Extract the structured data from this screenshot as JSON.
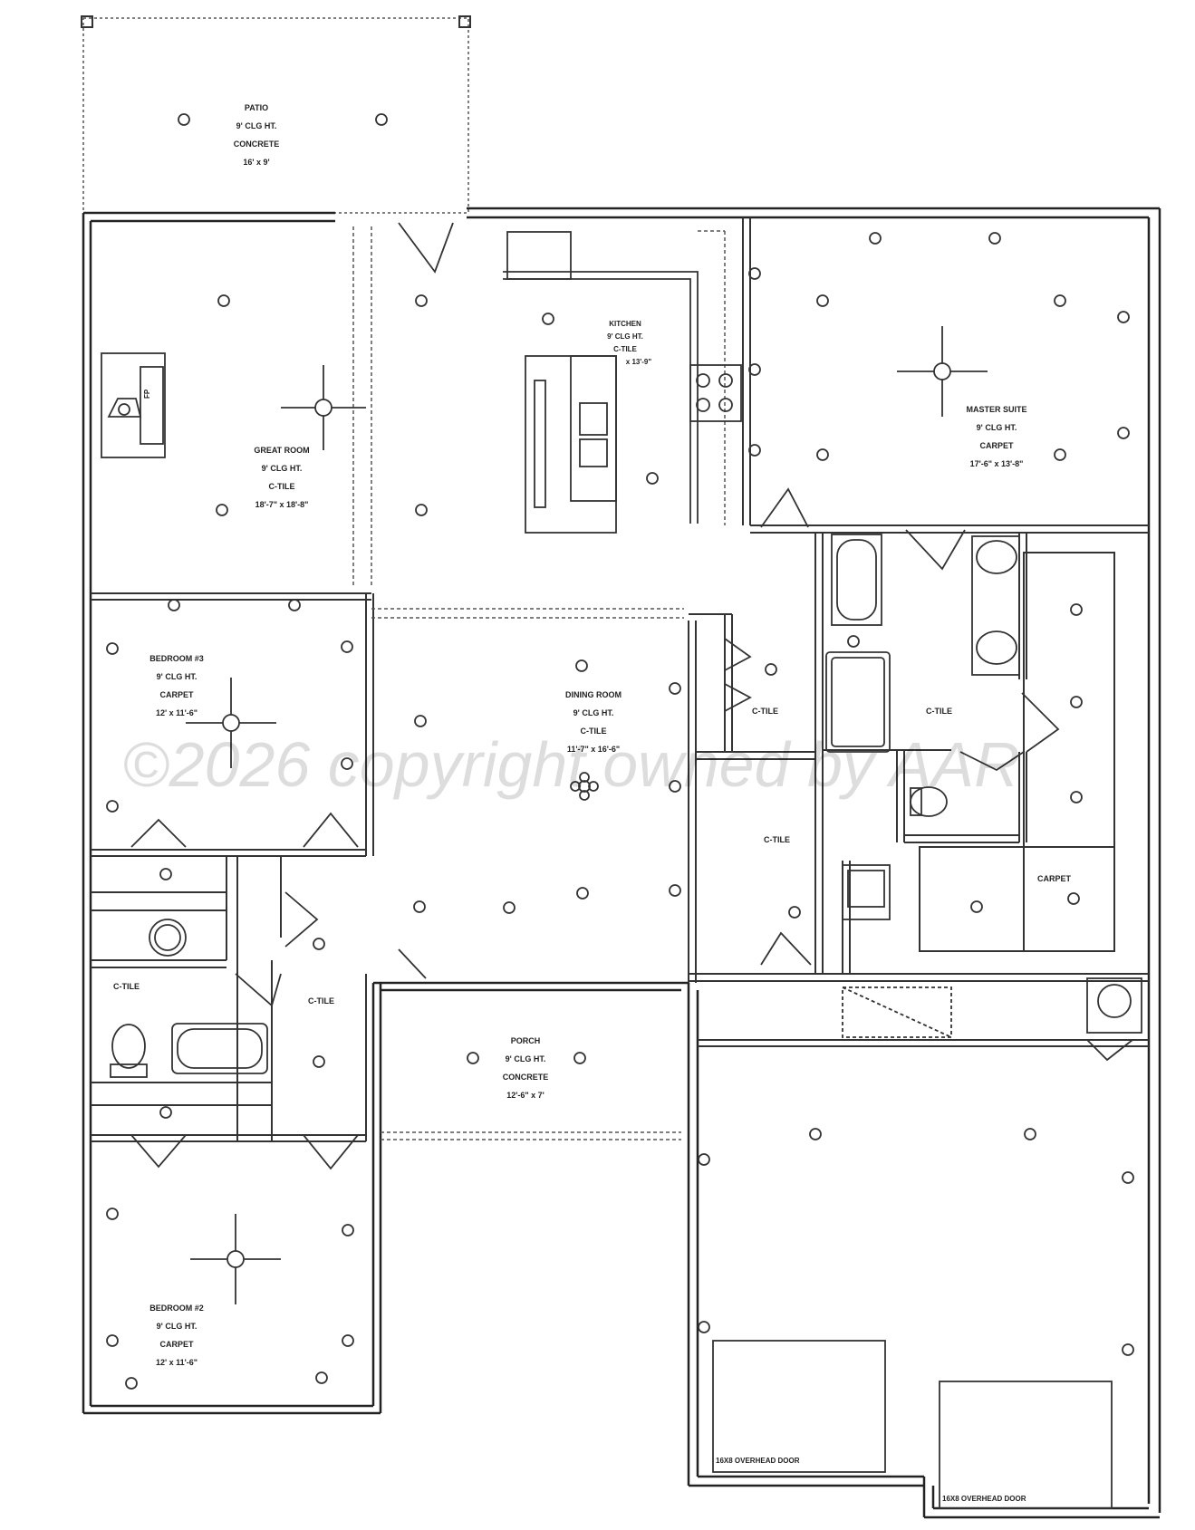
{
  "watermark": "©2026 copyright owned by AAR",
  "rooms": {
    "patio": {
      "name": "PATIO",
      "ceiling": "9' CLG HT.",
      "finish": "CONCRETE",
      "size": "16' x 9'"
    },
    "great_room": {
      "name": "GREAT ROOM",
      "ceiling": "9' CLG HT.",
      "finish": "C-TILE",
      "size": "18'-7\" x 18'-8\""
    },
    "kitchen": {
      "name": "KITCHEN",
      "ceiling": "9' CLG HT.",
      "finish": "C-TILE",
      "size": "x 13'-9\""
    },
    "master_suite": {
      "name": "MASTER SUITE",
      "ceiling": "9' CLG HT.",
      "finish": "CARPET",
      "size": "17'-6\" x 13'-8\""
    },
    "bedroom3": {
      "name": "BEDROOM #3",
      "ceiling": "9' CLG HT.",
      "finish": "CARPET",
      "size": "12' x 11'-6\""
    },
    "dining_room": {
      "name": "DINING ROOM",
      "ceiling": "9' CLG HT.",
      "finish": "C-TILE",
      "size": "11'-7\" x 16'-6\""
    },
    "porch": {
      "name": "PORCH",
      "ceiling": "9' CLG HT.",
      "finish": "CONCRETE",
      "size": "12'-6\" x 7'"
    },
    "bedroom2": {
      "name": "BEDROOM #2",
      "ceiling": "9' CLG HT.",
      "finish": "CARPET",
      "size": "12' x 11'-6\""
    }
  },
  "floor_labels": {
    "bath2": "C-TILE",
    "hall": "C-TILE",
    "utility": "C-TILE",
    "pantry_hall": "C-TILE",
    "master_bath": "C-TILE",
    "master_closet": "CARPET"
  },
  "notes": {
    "garage_door_1": "16X8 OVERHEAD DOOR",
    "garage_door_2": "16X8 OVERHEAD DOOR",
    "fireplace": "FP"
  }
}
